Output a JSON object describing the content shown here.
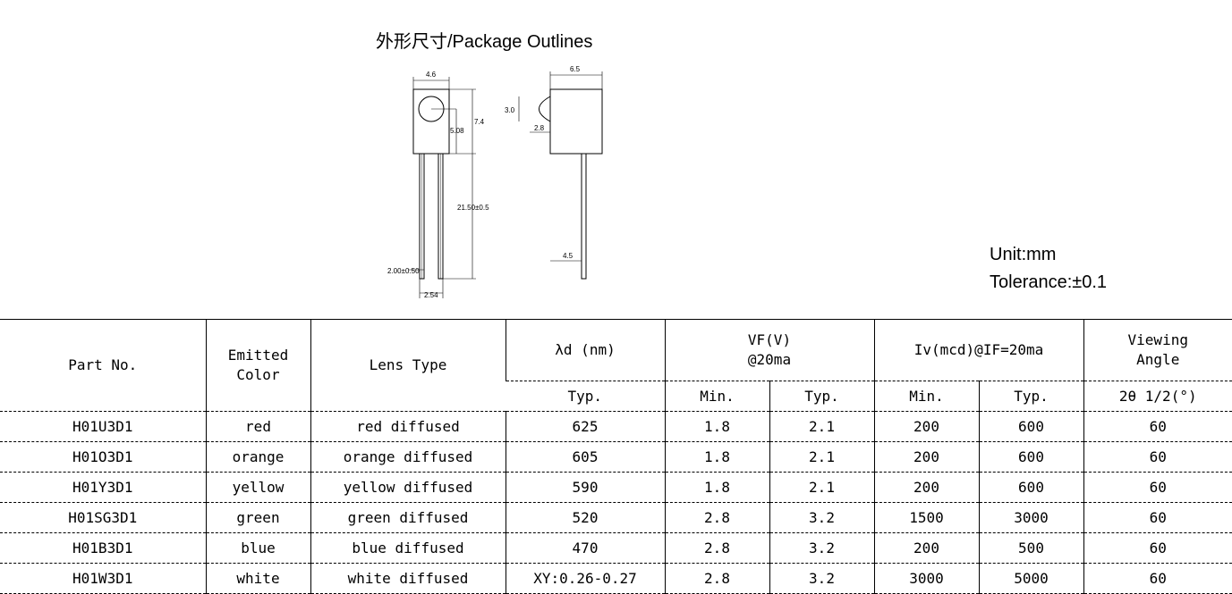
{
  "header": {
    "title": "外形尺寸/Package Outlines",
    "unit": "Unit:mm",
    "tolerance": "Tolerance:±0.1"
  },
  "drawing": {
    "dims": {
      "width": "4.6",
      "body_height": "7.4",
      "center": "5.08",
      "lead_length": "21.50±0.5",
      "lead_width": "2.00±0.50",
      "pitch": "2.54",
      "side_width": "6.5",
      "lens_dia": "3.0",
      "lens_depth": "2.8",
      "lead_offset": "4.5"
    }
  },
  "table": {
    "headers": {
      "part_no": "Part No.",
      "emitted_color_1": "Emitted",
      "emitted_color_2": "Color",
      "lens_type": "Lens Type",
      "wavelength": "λd (nm)",
      "vf_1": "VF(V)",
      "vf_2": "@20ma",
      "iv": "Iv(mcd)@IF=20ma",
      "angle_1": "Viewing",
      "angle_2": "Angle",
      "typ": "Typ.",
      "min": "Min.",
      "angle_unit": "2θ 1/2(°)"
    },
    "rows": [
      {
        "part": "H01U3D1",
        "color": "red",
        "lens": "red diffused",
        "wl": "625",
        "vf_min": "1.8",
        "vf_typ": "2.1",
        "iv_min": "200",
        "iv_typ": "600",
        "angle": "60"
      },
      {
        "part": "H01O3D1",
        "color": "orange",
        "lens": "orange diffused",
        "wl": "605",
        "vf_min": "1.8",
        "vf_typ": "2.1",
        "iv_min": "200",
        "iv_typ": "600",
        "angle": "60"
      },
      {
        "part": "H01Y3D1",
        "color": "yellow",
        "lens": "yellow diffused",
        "wl": "590",
        "vf_min": "1.8",
        "vf_typ": "2.1",
        "iv_min": "200",
        "iv_typ": "600",
        "angle": "60"
      },
      {
        "part": "H01SG3D1",
        "color": "green",
        "lens": "green diffused",
        "wl": "520",
        "vf_min": "2.8",
        "vf_typ": "3.2",
        "iv_min": "1500",
        "iv_typ": "3000",
        "angle": "60"
      },
      {
        "part": "H01B3D1",
        "color": "blue",
        "lens": "blue diffused",
        "wl": "470",
        "vf_min": "2.8",
        "vf_typ": "3.2",
        "iv_min": "200",
        "iv_typ": "500",
        "angle": "60"
      },
      {
        "part": "H01W3D1",
        "color": "white",
        "lens": "white diffused",
        "wl": "XY:0.26-0.27",
        "vf_min": "2.8",
        "vf_typ": "3.2",
        "iv_min": "3000",
        "iv_typ": "5000",
        "angle": "60"
      }
    ]
  }
}
